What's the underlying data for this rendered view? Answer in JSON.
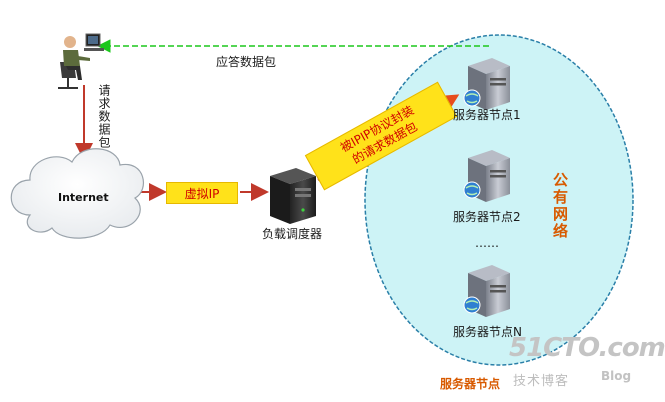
{
  "labels": {
    "response_packet": "应答数据包",
    "request_packet_vertical": "请求数据包",
    "internet": "Internet",
    "virtual_ip": "虚拟IP",
    "load_balancer": "负载调度器",
    "tunnel_line1": "被IPIP协议封装",
    "tunnel_line2": "的请求数据包",
    "public_network": "公有网络",
    "server_1": "服务器节点1",
    "server_2": "服务器节点2",
    "ellipsis": "……",
    "server_n": "服务器节点N",
    "server_cluster_caption": "服务器节点"
  },
  "watermark": {
    "site": "51CTO.com",
    "subtitle": "技术博客",
    "blog": "Blog"
  },
  "colors": {
    "response_arrow": "#1cc71c",
    "request_arrow": "#c0392b",
    "network_ellipse": "#cdf3f6",
    "network_border": "#2a7fa8",
    "tag_fill": "#ffe21a",
    "accent_orange": "#d85a00"
  }
}
